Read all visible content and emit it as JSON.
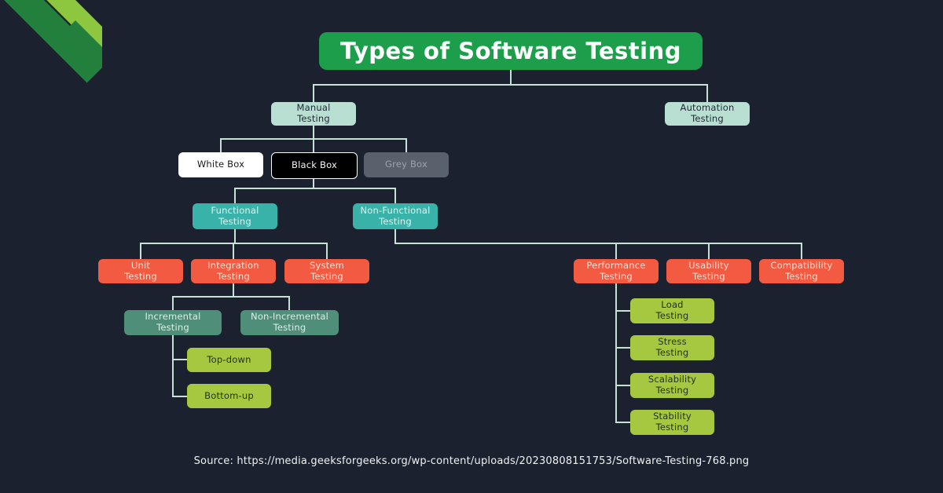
{
  "title": "Types of Software Testing",
  "source": "Source: https://media.geeksforgeeks.org/wp-content/uploads/20230808151753/Software-Testing-768.png",
  "nodes": {
    "manual": "Manual\nTesting",
    "automation": "Automation\nTesting",
    "white_box": "White Box",
    "black_box": "Black Box",
    "grey_box": "Grey Box",
    "functional": "Functional\nTesting",
    "non_functional": "Non-Functional\nTesting",
    "unit": "Unit\nTesting",
    "integration": "Integration\nTesting",
    "system": "System\nTesting",
    "performance": "Performance\nTesting",
    "usability": "Usability\nTesting",
    "compatibility": "Compatibility\nTesting",
    "incremental": "Incremental\nTesting",
    "non_incremental": "Non-Incremental\nTesting",
    "top_down": "Top-down",
    "bottom_up": "Bottom-up",
    "load": "Load\nTesting",
    "stress": "Stress\nTesting",
    "scalability": "Scalability\nTesting",
    "stability": "Stability\nTesting"
  },
  "edges": [
    [
      "title",
      "manual"
    ],
    [
      "title",
      "automation"
    ],
    [
      "manual",
      "white_box"
    ],
    [
      "manual",
      "black_box"
    ],
    [
      "manual",
      "grey_box"
    ],
    [
      "black_box",
      "functional"
    ],
    [
      "black_box",
      "non_functional"
    ],
    [
      "functional",
      "unit"
    ],
    [
      "functional",
      "integration"
    ],
    [
      "functional",
      "system"
    ],
    [
      "integration",
      "incremental"
    ],
    [
      "integration",
      "non_incremental"
    ],
    [
      "incremental",
      "top_down"
    ],
    [
      "incremental",
      "bottom_up"
    ],
    [
      "non_functional",
      "performance"
    ],
    [
      "non_functional",
      "usability"
    ],
    [
      "non_functional",
      "compatibility"
    ],
    [
      "performance",
      "load"
    ],
    [
      "performance",
      "stress"
    ],
    [
      "performance",
      "scalability"
    ],
    [
      "performance",
      "stability"
    ]
  ],
  "colors": {
    "background": "#1b212f",
    "title_green": "#1d9e4b",
    "mint": "#b9dfd3",
    "white": "#ffffff",
    "black": "#000000",
    "grey": "#59616d",
    "teal": "#39b3aa",
    "orange": "#f25b41",
    "seagreen": "#4f8e78",
    "lime": "#a6c840",
    "connector": "#c6e2d7",
    "ribbon_dark_green": "#23803c",
    "ribbon_light_green": "#8dc63f"
  }
}
